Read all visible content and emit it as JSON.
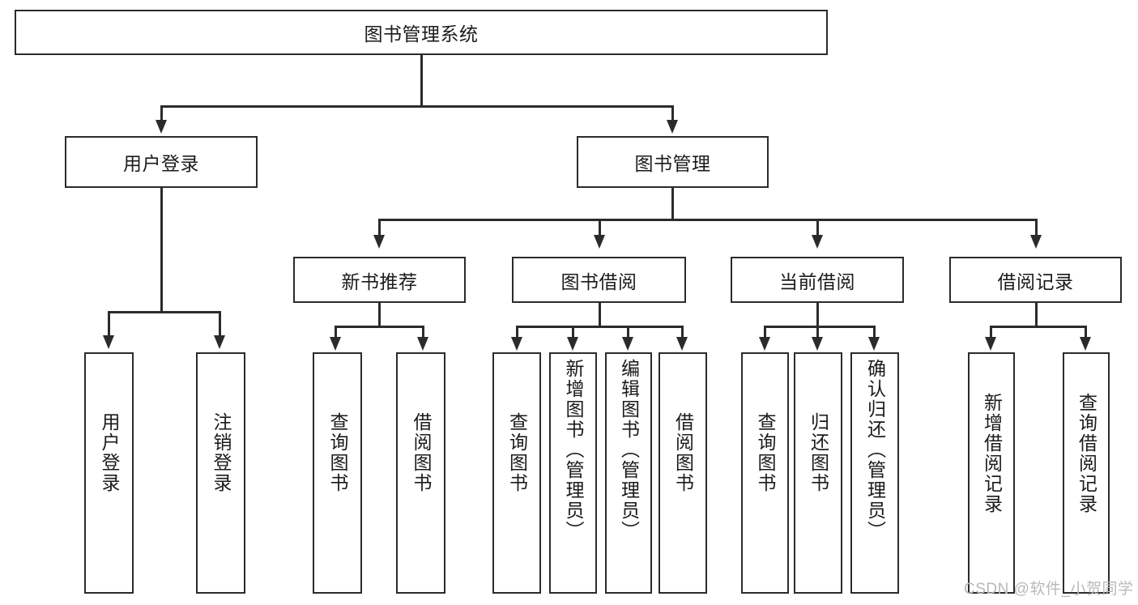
{
  "diagram": {
    "title": "图书管理系统",
    "root": {
      "label": "图书管理系统"
    },
    "level2": [
      {
        "label": "用户登录"
      },
      {
        "label": "图书管理"
      }
    ],
    "level3": [
      {
        "label": "新书推荐"
      },
      {
        "label": "图书借阅"
      },
      {
        "label": "当前借阅"
      },
      {
        "label": "借阅记录"
      }
    ],
    "leaves": {
      "user_login": [
        {
          "label": "用户登录"
        },
        {
          "label": "注销登录"
        }
      ],
      "new_book_recommend": [
        {
          "label": "查询图书"
        },
        {
          "label": "借阅图书"
        }
      ],
      "book_borrow": [
        {
          "label": "查询图书"
        },
        {
          "label": "新增图书（管理员）"
        },
        {
          "label": "编辑图书（管理员）"
        },
        {
          "label": "借阅图书"
        }
      ],
      "current_borrow": [
        {
          "label": "查询图书"
        },
        {
          "label": "归还图书"
        },
        {
          "label": "确认归还（管理员）"
        }
      ],
      "borrow_record": [
        {
          "label": "新增借阅记录"
        },
        {
          "label": "查询借阅记录"
        }
      ]
    }
  },
  "watermark": {
    "text": "CSDN @软件_小贺同学"
  },
  "colors": {
    "stroke": "#2b2b2b",
    "background": "#ffffff",
    "text": "#1b1b1b",
    "watermark": "#b9b9b9"
  }
}
